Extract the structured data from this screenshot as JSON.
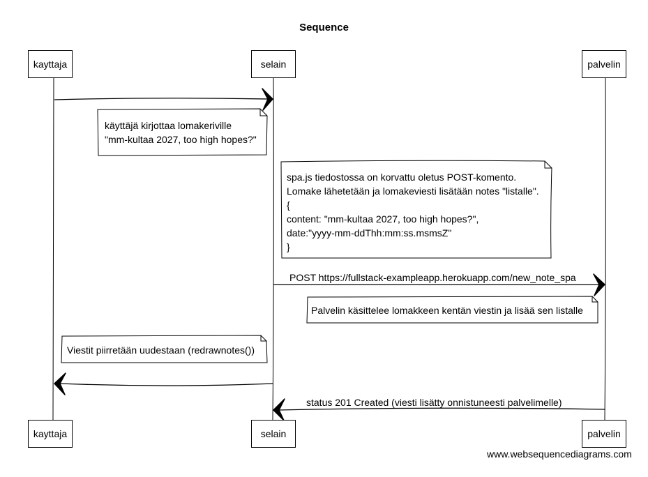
{
  "title": "Sequence",
  "participants": [
    {
      "id": "kayttaja",
      "label": "kayttaja"
    },
    {
      "id": "selain",
      "label": "selain"
    },
    {
      "id": "palvelin",
      "label": "palvelin"
    }
  ],
  "messages": [
    {
      "from": "kayttaja",
      "to": "selain",
      "label": ""
    },
    {
      "from": "selain",
      "to": "palvelin",
      "label": "POST https://fullstack-exampleapp.herokuapp.com/new_note_spa"
    },
    {
      "from": "selain",
      "to": "kayttaja",
      "label": ""
    },
    {
      "from": "palvelin",
      "to": "selain",
      "label": "status 201 Created (viesti lisätty onnistuneesti palvelimelle)"
    }
  ],
  "notes": [
    {
      "lines": [
        "käyttäjä kirjottaa lomakeriville",
        "\"mm-kultaa 2027, too high hopes?\""
      ]
    },
    {
      "lines": [
        "spa.js tiedostossa on korvattu oletus POST-komento.",
        "Lomake lähetetään ja lomakeviesti lisätään notes \"listalle\".",
        "{",
        "content: \"mm-kultaa 2027, too high hopes?\",",
        "date:\"yyyy-mm-ddThh:mm:ss.msmsZ\"",
        "}"
      ]
    },
    {
      "lines": [
        "Palvelin käsittelee lomakkeen kentän viestin ja lisää sen listalle"
      ]
    },
    {
      "lines": [
        "Viestit piirretään uudestaan (redrawnotes())"
      ]
    }
  ],
  "watermark": "www.websequencediagrams.com"
}
